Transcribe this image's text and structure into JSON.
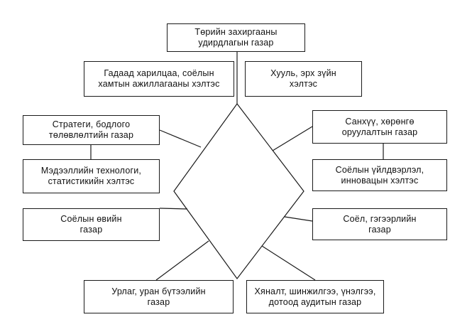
{
  "diagram": {
    "nodes": {
      "top": "Төрийн захиргааны\nудирдлагын газар",
      "ext": "Гадаад харилцаа, соёлын\nхамтын ажиллагааны хэлтэс",
      "law": "Хууль, эрх зүйн\nхэлтэс",
      "strat": "Стратеги, бодлого\nтөлөвлөлтийн газар",
      "it": "Мэдээллийн технологи,\nстатистикийн хэлтэс",
      "heri": "Соёлын өвийн\nгазар",
      "fin": "Санхүү, хөрөнгө\nоруулалтын газар",
      "ind": "Соёлын үйлдвэрлэл,\nинновацын хэлтэс",
      "cult": "Соёл, гэгээрлийн\nгазар",
      "art": "Урлаг, уран бүтээлийн\nгазар",
      "audit": "Хяналт, шинжилгээ, үнэлгээ,\nдотоод аудитын газар"
    },
    "colors": {
      "line": "#1a1a1a",
      "box_border": "#1a1a1a",
      "background": "#ffffff"
    }
  }
}
